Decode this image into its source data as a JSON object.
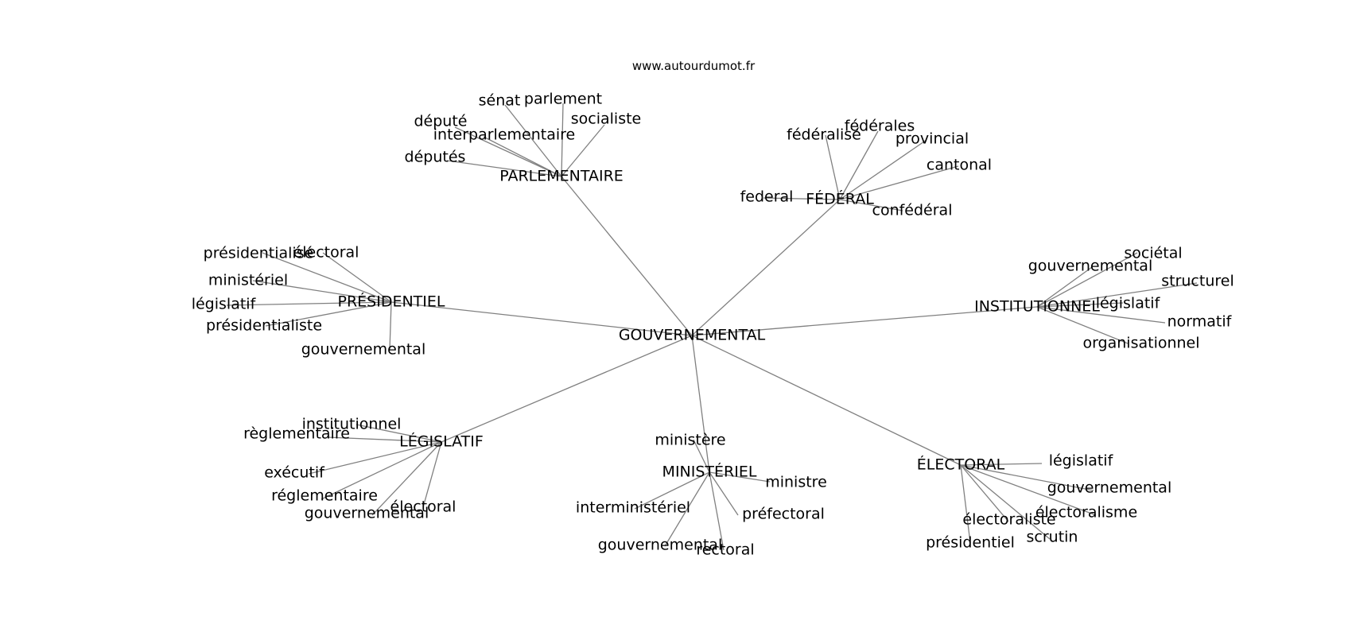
{
  "site": "www.autourdumot.fr",
  "colors": {
    "background": "#ffffff",
    "edge": "#808080",
    "text": "#000000"
  },
  "center": "GOUVERNEMENTAL",
  "clusters": [
    {
      "hub": "PARLEMENTAIRE",
      "leaves": [
        "sénat",
        "parlement",
        "socialiste",
        "député",
        "interparlementaire",
        "députés"
      ]
    },
    {
      "hub": "FÉDÉRAL",
      "leaves": [
        "fédéralisé",
        "fédérales",
        "provincial",
        "cantonal",
        "federal",
        "confédéral"
      ]
    },
    {
      "hub": "PRÉSIDENTIEL",
      "leaves": [
        "présidentialisé",
        "électoral",
        "ministériel",
        "législatif",
        "présidentialiste",
        "gouvernemental"
      ]
    },
    {
      "hub": "INSTITUTIONNEL",
      "leaves": [
        "sociétal",
        "gouvernemental",
        "structurel",
        "législatif",
        "normatif",
        "organisationnel"
      ]
    },
    {
      "hub": "LÉGISLATIF",
      "leaves": [
        "institutionnel",
        "règlementaire",
        "exécutif",
        "réglementaire",
        "gouvernemental",
        "électoral"
      ]
    },
    {
      "hub": "MINISTÉRIEL",
      "leaves": [
        "ministère",
        "ministre",
        "interministériel",
        "préfectoral",
        "gouvernemental",
        "rectoral"
      ]
    },
    {
      "hub": "ÉLECTORAL",
      "leaves": [
        "législatif",
        "gouvernemental",
        "électoralisme",
        "électoraliste",
        "présidentiel",
        "scrutin"
      ]
    }
  ]
}
